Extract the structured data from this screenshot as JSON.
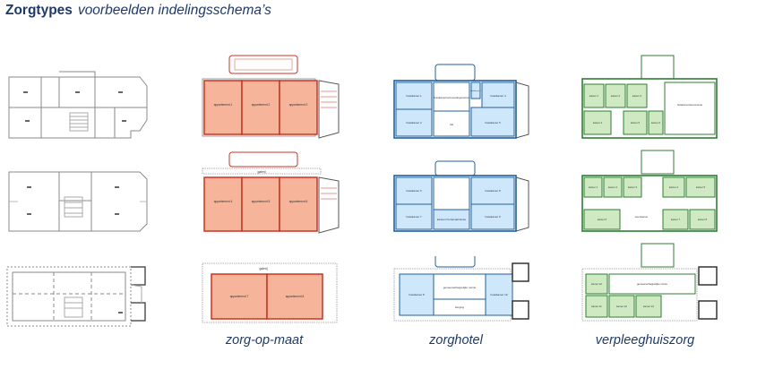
{
  "header": {
    "title": "Zorgtypes",
    "subtitle": "voorbeelden indelingsschema’s"
  },
  "columns": [
    {
      "id": "bestaand",
      "caption": ""
    },
    {
      "id": "zorg-op-maat",
      "caption": "zorg-op-maat"
    },
    {
      "id": "zorghotel",
      "caption": "zorghotel"
    },
    {
      "id": "verpleeghuiszorg",
      "caption": "verpleeghuiszorg"
    }
  ],
  "colors": {
    "title": "#1f3a68",
    "existing_line": "#888888",
    "zom_stroke": "#cc3322",
    "zom_fill": "#f6b49a",
    "hotel_stroke": "#1f5f9f",
    "hotel_fill": "#cfe7fb",
    "verpleeg_stroke": "#2e7d32",
    "verpleeg_fill": "#cfe9c3"
  },
  "floors": [
    {
      "zom": {
        "rooms": [
          "appartement 1",
          "appartement 2",
          "appartement 3"
        ]
      },
      "hotel": {
        "rooms": [
          "hotelkamer 1",
          "hotelkamer 2",
          "hotelkamer 3",
          "hotelkamer 4",
          "hotelkamer 5",
          "hal"
        ],
        "labels": [
          "huiskamer/ontmoetingsruimte"
        ]
      },
      "verpleeg": {
        "rooms": [
          "kamer 1",
          "kamer 2",
          "kamer 3",
          "kamer 4",
          "kamer 5",
          "kamer 6"
        ],
        "labels": [
          "huiskamer/woonruimte"
        ]
      }
    },
    {
      "zom": {
        "label": "galerij",
        "rooms": [
          "appartement 4",
          "appartement 5",
          "appartement 6"
        ]
      },
      "hotel": {
        "rooms": [
          "hotelkamer 6",
          "hotelkamer 7",
          "hotelkamer 8",
          "hotelkamer 9"
        ],
        "labels": [
          "kantoor/ behandelruimte"
        ]
      },
      "verpleeg": {
        "rooms": [
          "kamer 1",
          "kamer 2",
          "kamer 3",
          "kamer 4",
          "kamer 5",
          "kamer 6",
          "kamer 7",
          "kamer 8"
        ],
        "labels": [
          "woonkamer"
        ]
      }
    },
    {
      "zom": {
        "label": "galerij",
        "rooms": [
          "appartement 7",
          "appartement 8"
        ]
      },
      "hotel": {
        "rooms": [
          "hotelkamer 8",
          "hotelkamer 10"
        ],
        "labels": [
          "gemeenschappelijke ruimte",
          "berging"
        ]
      },
      "verpleeg": {
        "rooms": [
          "kamer 10",
          "kamer 11",
          "kamer 12",
          "kamer 13"
        ],
        "labels": [
          "gemeenschappelijke ruimte"
        ]
      }
    }
  ]
}
